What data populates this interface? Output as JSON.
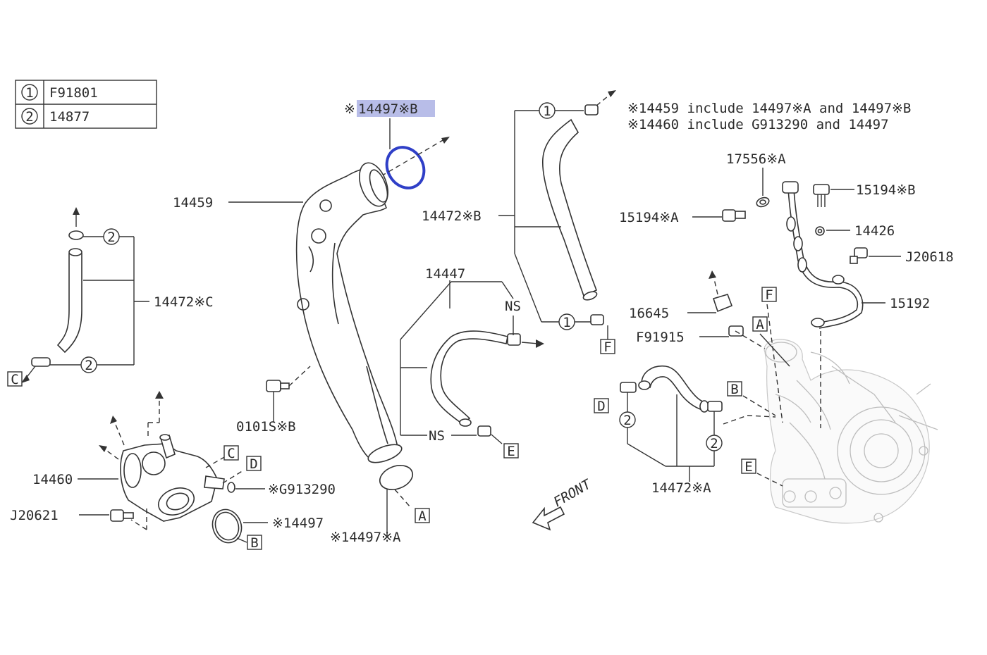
{
  "legend": [
    {
      "num": "1",
      "code": "F91801"
    },
    {
      "num": "2",
      "code": "14877"
    }
  ],
  "notes": [
    "※14459 include 14497※A and 14497※B",
    "※14460 include G913290 and 14497"
  ],
  "labels": {
    "highlight": "14497※B",
    "highlight_prefix": "※",
    "p14459": "14459",
    "p14472b": "14472※B",
    "p14472c": "14472※C",
    "p14447": "14447",
    "p14460": "14460",
    "pJ20621": "J20621",
    "p0101sb": "0101S※B",
    "pG913290": "※G913290",
    "p14497": "※14497",
    "p14497a": "※14497※A",
    "p17556a": "17556※A",
    "p15194b": "15194※B",
    "p15194a": "15194※A",
    "p14426": "14426",
    "pJ20618": "J20618",
    "p15192": "15192",
    "p16645": "16645",
    "pF91915": "F91915",
    "p14472a": "14472※A",
    "ns": "NS",
    "front": "FRONT"
  },
  "refs": {
    "A": "A",
    "B": "B",
    "C": "C",
    "D": "D",
    "E": "E",
    "F": "F"
  },
  "circles": {
    "one": "1",
    "two": "2"
  },
  "colors": {
    "highlight": "#b8bde8",
    "ring": "#2f3fc7",
    "line": "#333333",
    "ghost": "#bdbdbd"
  }
}
